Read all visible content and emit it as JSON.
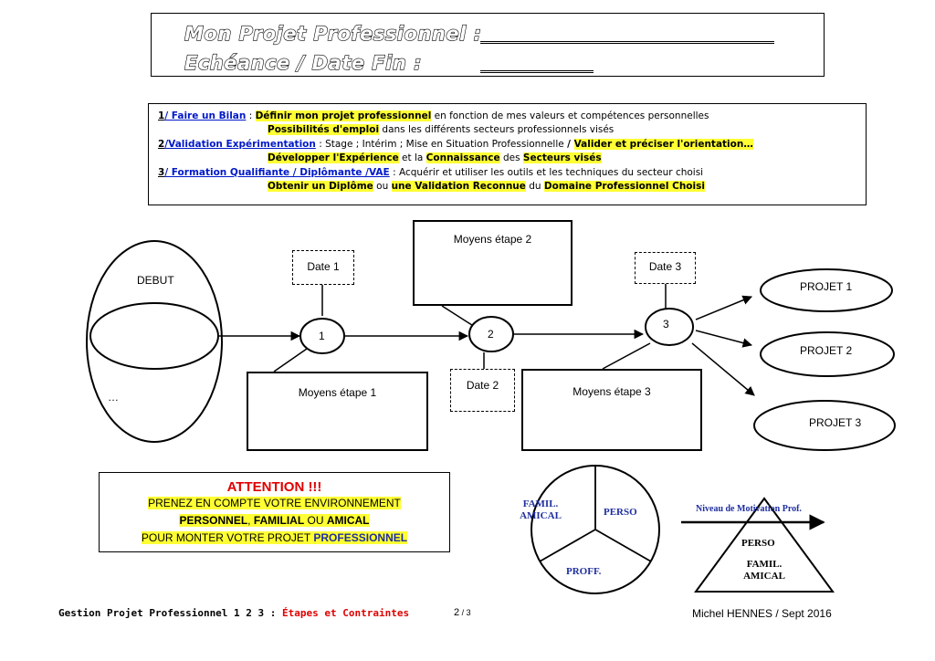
{
  "header": {
    "title_line1": "Mon Projet Professionnel :",
    "title_line2": "Echéance / Date Fin :"
  },
  "steps": {
    "step1_num": "1",
    "step1_title": "/ Faire un Bilan",
    "step1_sep": " : ",
    "step1_hl": "Définir mon projet professionnel",
    "step1_text": " en fonction de mes valeurs et compétences personnelles",
    "step1b_hl": "Possibilités d'emploi",
    "step1b_text": " dans les différents secteurs professionnels visés",
    "step2_num": "2",
    "step2_title": "/Validation Expérimentation",
    "step2_text": " : Stage ; Intérim ; Mise en Situation Professionnelle ",
    "step2_slash": "/ ",
    "step2_hl": "Valider et préciser l'orientation…",
    "step2b_hl1": "Développer l'Expérience",
    "step2b_text1": " et la ",
    "step2b_hl2": "Connaissance",
    "step2b_text2": " des ",
    "step2b_hl3": "Secteurs visés",
    "step3_num": "3",
    "step3_title": "/ Formation Qualifiante / Diplômante /VAE",
    "step3_text": " : Acquérir et utiliser les outils et les techniques du secteur choisi",
    "step3b_hl1": "Obtenir un Diplôme",
    "step3b_text1": " ou ",
    "step3b_hl2": "une Validation Reconnue",
    "step3b_text2": " du ",
    "step3b_hl3": "Domaine Professionnel Choisi"
  },
  "diagram": {
    "debut": "DEBUT",
    "ellipsis": "…",
    "date1": "Date 1",
    "date2": "Date 2",
    "date3": "Date 3",
    "node1": "1",
    "node2": "2",
    "node3": "3",
    "moyens1": "Moyens étape 1",
    "moyens2": "Moyens étape 2",
    "moyens3": "Moyens étape 3",
    "projet1": "PROJET 1",
    "projet2": "PROJET  2",
    "projet3": "PROJET 3"
  },
  "attention": {
    "title": "ATTENTION !!!",
    "line1": "PRENEZ EN COMPTE VOTRE ENVIRONNEMENT",
    "line2_w1": "PERSONNEL",
    "line2_sep1": ", ",
    "line2_w2": "FAMILIAL",
    "line2_sep2": " OU ",
    "line2_w3": "AMICAL",
    "line3_text": "POUR MONTER VOTRE PROJET ",
    "line3_hl": "PROFESSIONNEL"
  },
  "pie": {
    "famil1": "FAMIL.",
    "famil2": "AMICAL",
    "perso": "PERSO",
    "proff": "PROFF."
  },
  "triangle": {
    "motivation": "Niveau de Motivation Prof.",
    "perso": "PERSO",
    "famil1": "FAMIL.",
    "famil2": "AMICAL"
  },
  "footer": {
    "left_text": "Gestion Projet Professionnel 1 2 3 : ",
    "left_red": "Étapes et Contraintes",
    "page_num": "2",
    "page_total": " / 3",
    "right": "Michel HENNES / Sept 2016"
  },
  "colors": {
    "highlight": "#ffff33",
    "link_blue": "#0018c8",
    "attention_red": "#e00000",
    "diagram_blue": "#1f2f9f"
  }
}
